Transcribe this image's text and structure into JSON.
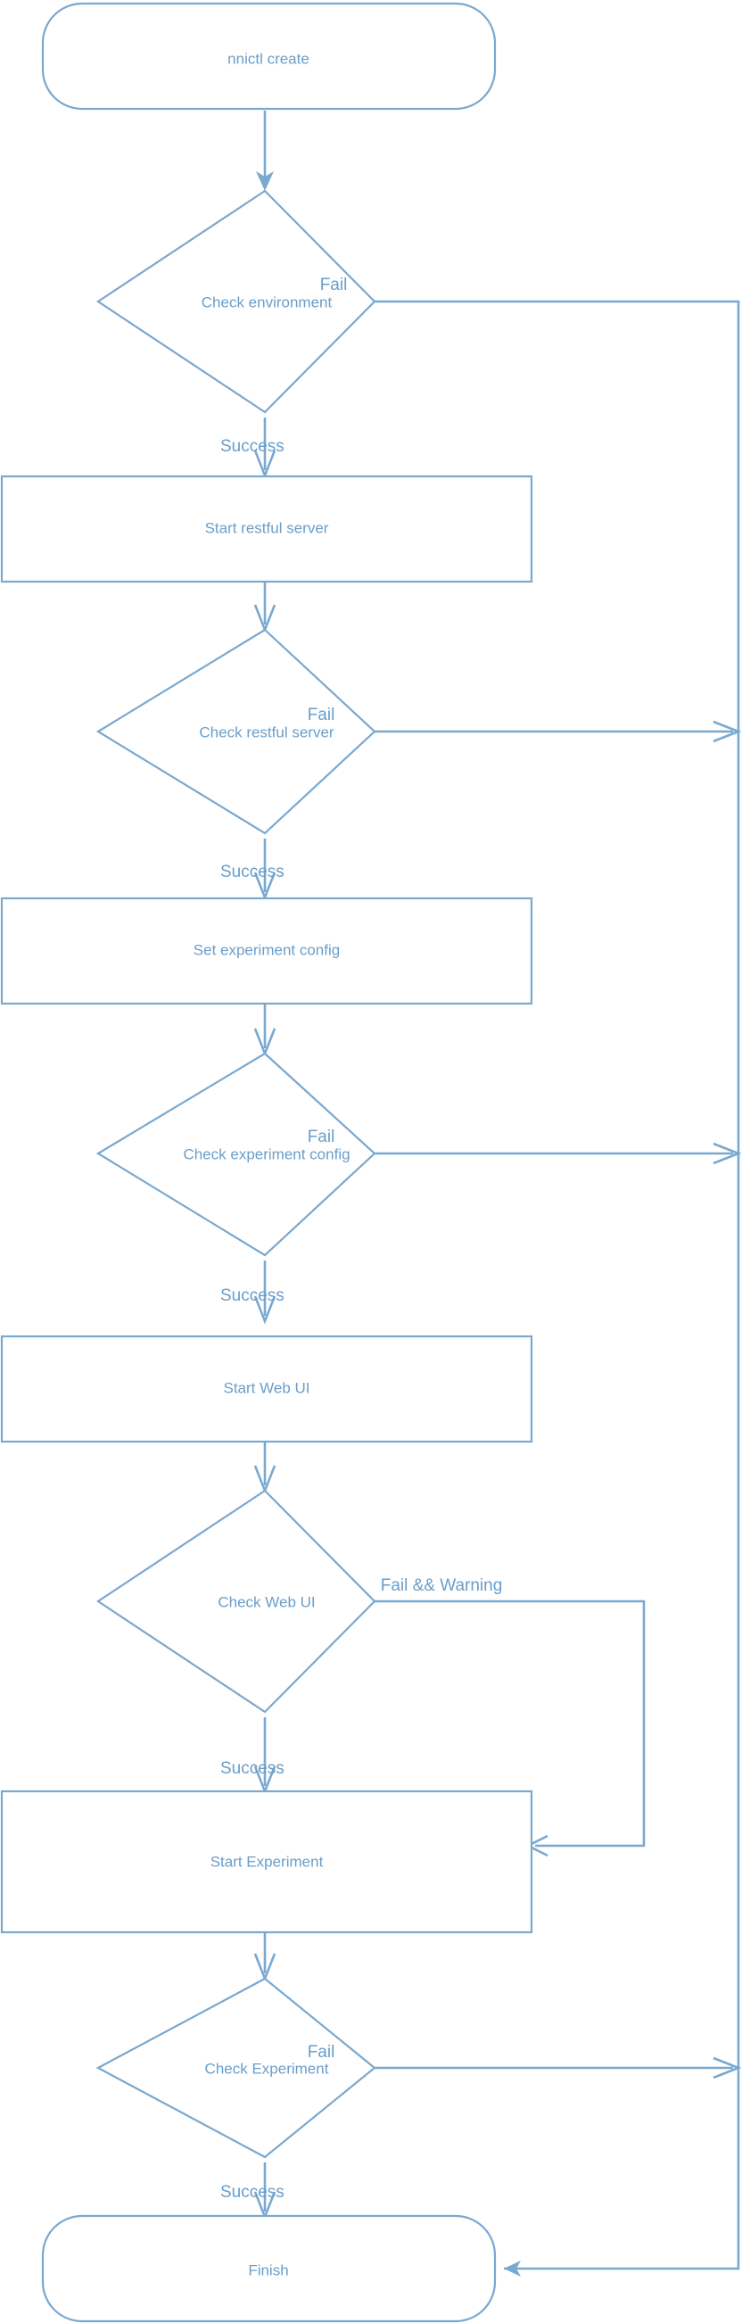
{
  "diagram": {
    "title": "nnictl create flow",
    "colors": {
      "line": "#79a8d0",
      "text": "#6a9ec9",
      "background": "#ffffff"
    },
    "nodes": [
      {
        "id": "start",
        "shape": "terminator",
        "label": "nnictl create"
      },
      {
        "id": "check_env",
        "shape": "decision",
        "label": "Check environment"
      },
      {
        "id": "start_restful",
        "shape": "process",
        "label": "Start restful server"
      },
      {
        "id": "check_restful",
        "shape": "decision",
        "label": "Check restful server"
      },
      {
        "id": "set_config",
        "shape": "process",
        "label": "Set experiment config"
      },
      {
        "id": "check_config",
        "shape": "decision",
        "label": "Check experiment config"
      },
      {
        "id": "start_webui",
        "shape": "process",
        "label": "Start Web UI"
      },
      {
        "id": "check_webui",
        "shape": "decision",
        "label": "Check Web UI"
      },
      {
        "id": "start_experiment",
        "shape": "process",
        "label": "Start Experiment"
      },
      {
        "id": "check_experiment",
        "shape": "decision",
        "label": "Check Experiment"
      },
      {
        "id": "finish",
        "shape": "terminator",
        "label": "Finish"
      }
    ],
    "edges": [
      {
        "from": "start",
        "to": "check_env",
        "label": ""
      },
      {
        "from": "check_env",
        "to": "start_restful",
        "label": "Success"
      },
      {
        "from": "check_env",
        "to": "finish",
        "label": "Fail"
      },
      {
        "from": "start_restful",
        "to": "check_restful",
        "label": ""
      },
      {
        "from": "check_restful",
        "to": "set_config",
        "label": "Success"
      },
      {
        "from": "check_restful",
        "to": "finish",
        "label": "Fail"
      },
      {
        "from": "set_config",
        "to": "check_config",
        "label": ""
      },
      {
        "from": "check_config",
        "to": "start_webui",
        "label": "Success"
      },
      {
        "from": "check_config",
        "to": "finish",
        "label": "Fail"
      },
      {
        "from": "start_webui",
        "to": "check_webui",
        "label": ""
      },
      {
        "from": "check_webui",
        "to": "start_experiment",
        "label": "Success"
      },
      {
        "from": "check_webui",
        "to": "start_experiment",
        "label": "Fail && Warning"
      },
      {
        "from": "start_experiment",
        "to": "check_experiment",
        "label": ""
      },
      {
        "from": "check_experiment",
        "to": "finish",
        "label": "Success"
      },
      {
        "from": "check_experiment",
        "to": "finish",
        "label": "Fail"
      }
    ],
    "labels": {
      "n0": "nnictl create",
      "n1": "Check environment",
      "n2": "Start restful server",
      "n3": "Check restful server",
      "n4": "Set experiment config",
      "n5": "Check experiment config",
      "n6": "Start Web UI",
      "n7": "Check Web UI",
      "n8": "Start Experiment",
      "n9": "Check Experiment",
      "n10": "Finish",
      "fail1": "Fail",
      "success1": "Success",
      "fail2": "Fail",
      "success2": "Success",
      "fail3": "Fail",
      "success3": "Success",
      "failwarn": "Fail && Warning",
      "success4": "Success",
      "fail4": "Fail",
      "success5": "Success"
    }
  }
}
